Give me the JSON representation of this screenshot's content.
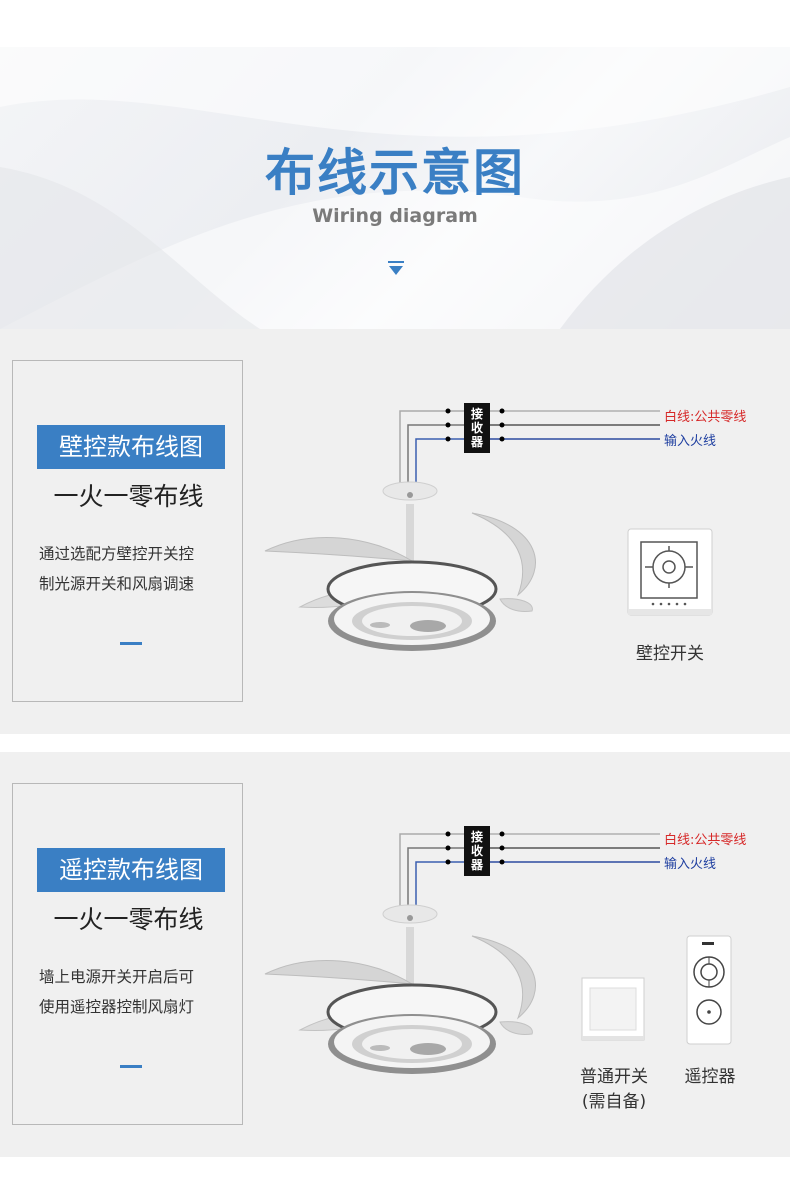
{
  "header": {
    "title": "布线示意图",
    "subtitle": "Wiring diagram"
  },
  "sections": [
    {
      "badge": "壁控款布线图",
      "heading": "一火一零布线",
      "desc_line1": "通过选配方壁控开关控",
      "desc_line2": "制光源开关和风扇调速",
      "receiver": [
        "接",
        "收",
        "器"
      ],
      "wire_white": "白线:公共零线",
      "wire_fire": "输入火线",
      "switch_label": "壁控开关"
    },
    {
      "badge": "遥控款布线图",
      "heading": "一火一零布线",
      "desc_line1": "墙上电源开关开启后可",
      "desc_line2": "使用遥控器控制风扇灯",
      "receiver": [
        "接",
        "收",
        "器"
      ],
      "wire_white": "白线:公共零线",
      "wire_fire": "输入火线",
      "switch_label_1": "普通开关",
      "switch_label_1b": "(需自备)",
      "switch_label_2": "遥控器"
    }
  ],
  "colors": {
    "accent": "#3a7fc4",
    "wire_red": "#d62828",
    "wire_blue": "#1f3fa0"
  }
}
